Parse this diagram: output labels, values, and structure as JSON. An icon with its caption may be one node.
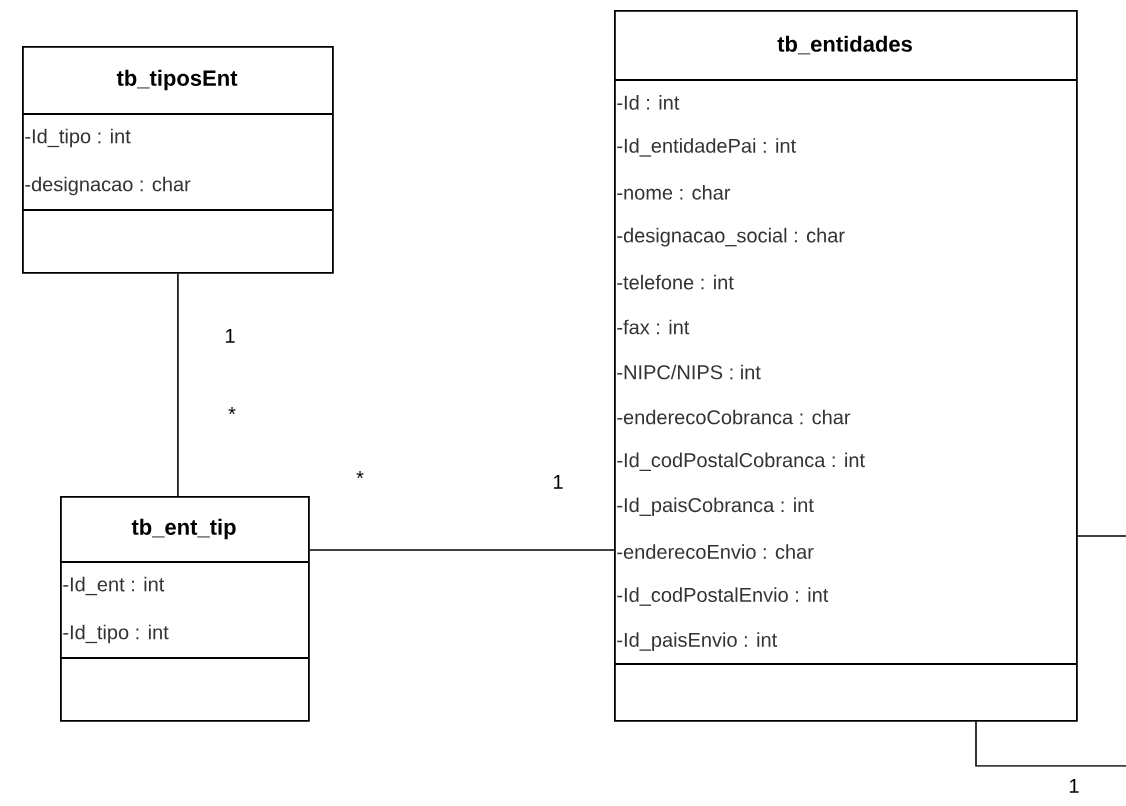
{
  "diagram": {
    "nodes": [
      {
        "text": [
          "tb_tiposEnt",
          "-Id_tipo : int",
          "-designacao : char"
        ]
      },
      {
        "text": [
          "tb_ent_tip",
          "-Id_ent : int",
          "-Id_tipo : int"
        ]
      },
      {
        "text": [
          "tb_entidades",
          "-Id : int",
          "-Id_entidadePai : int",
          "-nome : char",
          "-designacao_social : char",
          "-telefone : int",
          "-fax : int",
          "-NIPC/NIPS : int",
          "-enderecoCobranca : char",
          "-Id_codPostalCobranca : int",
          "-Id_paisCobranca : int",
          "-enderecoEnvio : char",
          "-Id_codPostalEnvio : int",
          "-Id_paisEnvio : int"
        ]
      }
    ],
    "edges": [
      {
        "from": 0,
        "to": 1,
        "arrow": "none"
      },
      {
        "from": 1,
        "to": 2,
        "arrow": "none"
      },
      {
        "from": 2,
        "to": null,
        "arrow": "none"
      },
      {
        "from": 2,
        "to": null,
        "arrow": "none"
      }
    ],
    "labels": [
      "1",
      "*",
      "*",
      "1",
      "1"
    ]
  }
}
